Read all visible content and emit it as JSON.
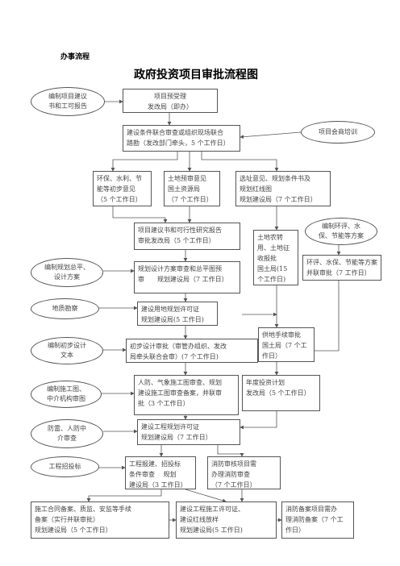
{
  "heading": "办事流程",
  "title": "政府投资项目审批流程图",
  "nodes": {
    "n_proj_approval": "项目预受理\n发改局（即办）",
    "n_site_inspect": "建设条件联合审查或组织现场联合\n踏勘（发改部门牵头，5 个工作日）",
    "n_env_water": "环保、水利、节\n能等初步意见\n（5 个工作日）",
    "n_land_pre": "土地预审意见\n国土资源局\n（7 个工作日）",
    "n_site_select": "选址意见、规划条件书及\n规划红线图\n规划建设局（7 个工作日）",
    "n_feasibility": "项目建议书和可行性研究报告\n审批发改局（5 个工作日）",
    "n_land_convert": "土地农转\n用、土地征\n收报批\n国土局(15\n个工作日)",
    "n_design_review": "规划设计方案审查和总平图预\n审　　规划建设局（7 工作日）",
    "n_env_joint": "环评、水保、节能等方案\n并联审批（7 工作日）",
    "n_land_permit": "建设用地规划许可证\n规划建设局(5 工作日)",
    "n_land_supply": "供地手续审批\n国土局（7 个工\n作日）",
    "n_prelim_design": "初步设计审批（审管办组织、发改\n局牵头联合会审）(7 个工作日)",
    "n_civil_air": "人防、气象施工图审查、规划\n建设施工图审查备案，并联审\n批（3 个工作日）",
    "n_annual_plan": "年度投资计划\n发改局（5 个工作日）",
    "n_eng_permit": "建设工程规划许可证\n规划建设局（7 工作日）",
    "n_bidding": "工程报建、招投标\n条件审查　 规划\n建设局（3 工作日）",
    "n_fire_review": "消防审核项目需\n办理消防审查\n（7 个工作日）",
    "n_contract": "施工合同备案、质监、安监等手续\n备案（实行并联审批）\n规划建设局（5 个工作日）",
    "n_construction": "建设工程施工许可证、\n建设红线放样\n规划建设局(5 工作日)",
    "n_fire_record": "消防备案项目需办\n理消防备案（7 个工\n作日）"
  },
  "ovals": {
    "o_proposal": "编制项目建议\n书和工可报告",
    "o_meeting": "项目会商培训",
    "o_env_plan": "编制环评、水\n保、节能等方案",
    "o_planning": "编制规划总平、\n设计方案",
    "o_survey": "地质勘察",
    "o_prelim": "编制初步设计\n文本",
    "o_drawing": "编制施工图、\n中介机构审图",
    "o_lightning": "防雷、人防中\n介审查",
    "o_bid": "工程招投标"
  }
}
